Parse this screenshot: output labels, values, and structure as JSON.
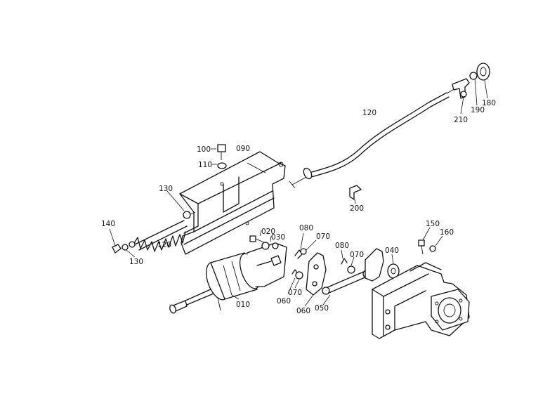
{
  "labels": {
    "p010": "010",
    "p020": "020",
    "p030": "030",
    "p040": "040",
    "p050": "050",
    "p060a": "060",
    "p060b": "060",
    "p070a": "070",
    "p070b": "070",
    "p070c": "070",
    "p080a": "080",
    "p080b": "080",
    "p090": "090",
    "p100": "100",
    "p110": "110",
    "p120a": "120",
    "p120b": "120",
    "p130a": "130",
    "p130b": "130",
    "p140": "140",
    "p150": "150",
    "p160": "160",
    "p180": "180",
    "p190": "190",
    "p200": "200",
    "p210": "210"
  }
}
